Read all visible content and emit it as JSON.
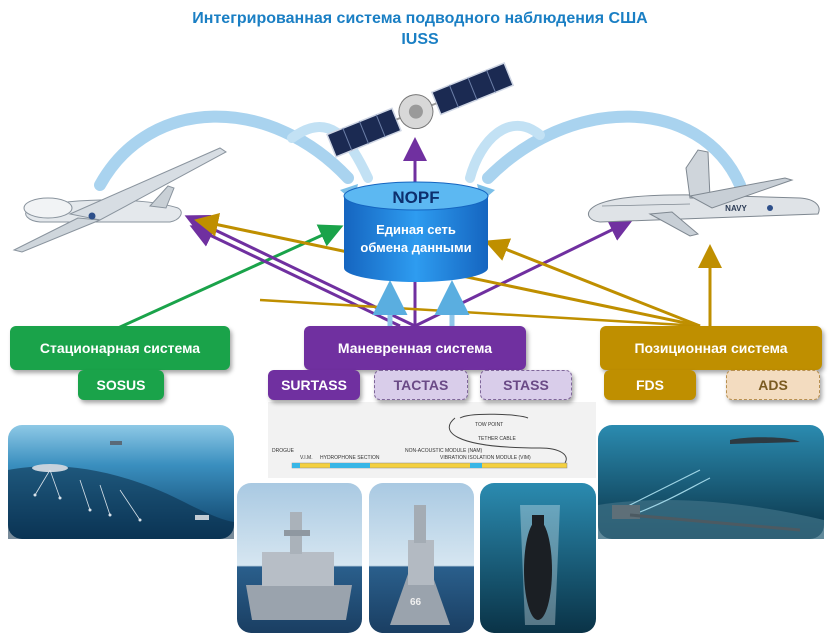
{
  "title": {
    "line1": "Интегрированная система подводного наблюдения США",
    "line2": "IUSS"
  },
  "hub": {
    "name": "NOPF",
    "caption_line1": "Единая сеть",
    "caption_line2": "обмена данными"
  },
  "systems": {
    "stationary": {
      "label": "Стационарная система",
      "subsystems": [
        "SOSUS"
      ]
    },
    "maneuverable": {
      "label": "Маневренная система",
      "subsystems": [
        "SURTASS",
        "TACTAS",
        "STASS"
      ]
    },
    "positional": {
      "label": "Позиционная система",
      "subsystems": [
        "FDS",
        "ADS"
      ]
    }
  },
  "towed_array": {
    "labels": [
      "TOW POINT",
      "TETHER CABLE",
      "NON-ACOUSTIC MODULE (NAM)",
      "HYDROPHONE SECTION",
      "VIBRATION ISOLATION MODULE (VIM)",
      "DROGUE",
      "V.I.M."
    ]
  },
  "aircraft_marking": "NAVY",
  "colors": {
    "title": "#1a7fc4",
    "stationary": "#1aa34a",
    "maneuverable": "#7030a0",
    "positional": "#bf8f00",
    "hub": "#1e88d8",
    "link_blue": "#8fc6ea"
  },
  "icons": [
    "satellite-icon",
    "drone-icon",
    "patrol-aircraft-icon",
    "seabed-sensor-scene",
    "ship-photo",
    "destroyer-photo",
    "submarine-photo",
    "underwater-array-scene"
  ]
}
